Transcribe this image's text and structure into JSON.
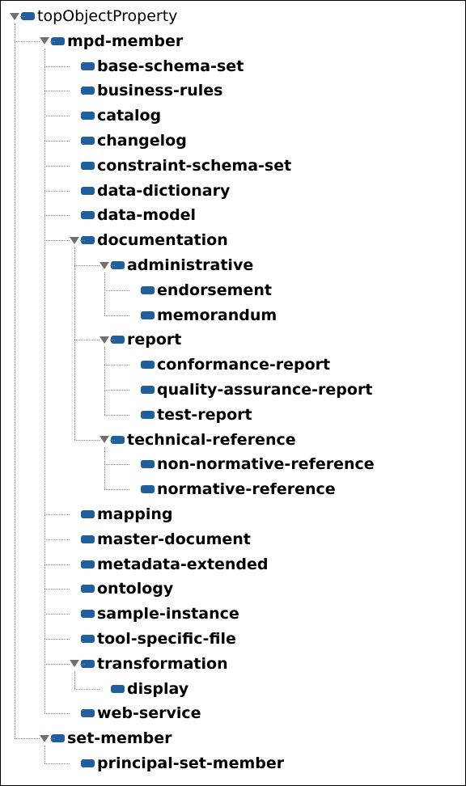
{
  "tree": {
    "label": "topObjectProperty",
    "expanded": true,
    "children": [
      {
        "label": "mpd-member",
        "expanded": true,
        "children": [
          {
            "label": "base-schema-set"
          },
          {
            "label": "business-rules"
          },
          {
            "label": "catalog"
          },
          {
            "label": "changelog"
          },
          {
            "label": "constraint-schema-set"
          },
          {
            "label": "data-dictionary"
          },
          {
            "label": "data-model"
          },
          {
            "label": "documentation",
            "expanded": true,
            "children": [
              {
                "label": "administrative",
                "expanded": true,
                "children": [
                  {
                    "label": "endorsement"
                  },
                  {
                    "label": "memorandum"
                  }
                ]
              },
              {
                "label": "report",
                "expanded": true,
                "children": [
                  {
                    "label": "conformance-report"
                  },
                  {
                    "label": "quality-assurance-report"
                  },
                  {
                    "label": "test-report"
                  }
                ]
              },
              {
                "label": "technical-reference",
                "expanded": true,
                "children": [
                  {
                    "label": "non-normative-reference"
                  },
                  {
                    "label": "normative-reference"
                  }
                ]
              }
            ]
          },
          {
            "label": "mapping"
          },
          {
            "label": "master-document"
          },
          {
            "label": "metadata-extended"
          },
          {
            "label": "ontology"
          },
          {
            "label": "sample-instance"
          },
          {
            "label": "tool-specific-file"
          },
          {
            "label": "transformation",
            "expanded": true,
            "children": [
              {
                "label": "display"
              }
            ]
          },
          {
            "label": "web-service"
          }
        ]
      },
      {
        "label": "set-member",
        "expanded": true,
        "children": [
          {
            "label": "principal-set-member"
          }
        ]
      }
    ]
  },
  "colors": {
    "node_icon": "#1f5f9d",
    "toggle_arrow": "#707070",
    "connector": "#8a8a8a",
    "text": "#000000",
    "background": "#ffffff"
  },
  "icons": {
    "node": "class-node-icon",
    "toggle": "expanded-triangle-icon"
  }
}
